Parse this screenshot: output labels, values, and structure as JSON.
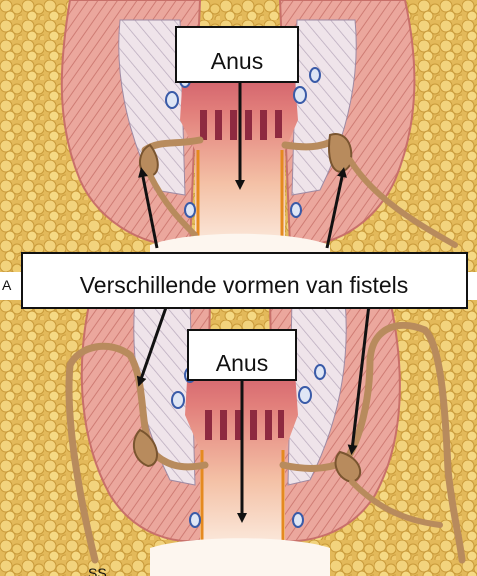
{
  "labels": {
    "top_box": "Anus",
    "middle_box": "Verschillende vormen van fistels",
    "bottom_box": "Anus"
  },
  "edge_fragments": {
    "left_fragment": "A",
    "bottom_fragment": "SS"
  },
  "colors": {
    "fat": "#e9c46a",
    "fat_dark": "#c99a3a",
    "muscle": "#e8a39a",
    "muscle_dark": "#c8706a",
    "mucosa": "#c2455e",
    "mucosa_dark": "#8e2a40",
    "canal": "#f4c1a6",
    "fistula": "#b88b5d",
    "fistula_dark": "#7a5530",
    "orange_line": "#e58a1f",
    "gland_blue": "#3a5ba8",
    "arrow": "#111111"
  },
  "icons": [
    "arrow-up",
    "arrow-down"
  ]
}
